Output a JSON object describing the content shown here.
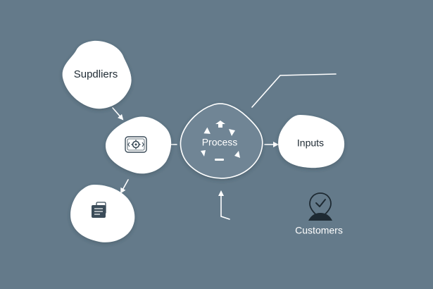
{
  "nodes": {
    "suppliers": {
      "label": "Supdliers"
    },
    "process": {
      "label": "Process"
    },
    "inputs": {
      "label": "Inputs"
    },
    "customers": {
      "label": "Customers"
    }
  },
  "icons": {
    "processor": "gear-in-screen-icon",
    "document": "document-stack-icon",
    "process_arrows": "circular-arrows-icon",
    "customer": "location-person-check-icon"
  },
  "colors": {
    "background": "#647a8a",
    "node_fill": "#ffffff",
    "process_fill": "#6f8595",
    "line": "#ffffff",
    "text_dark": "#1e2a33",
    "text_light": "#ffffff"
  }
}
